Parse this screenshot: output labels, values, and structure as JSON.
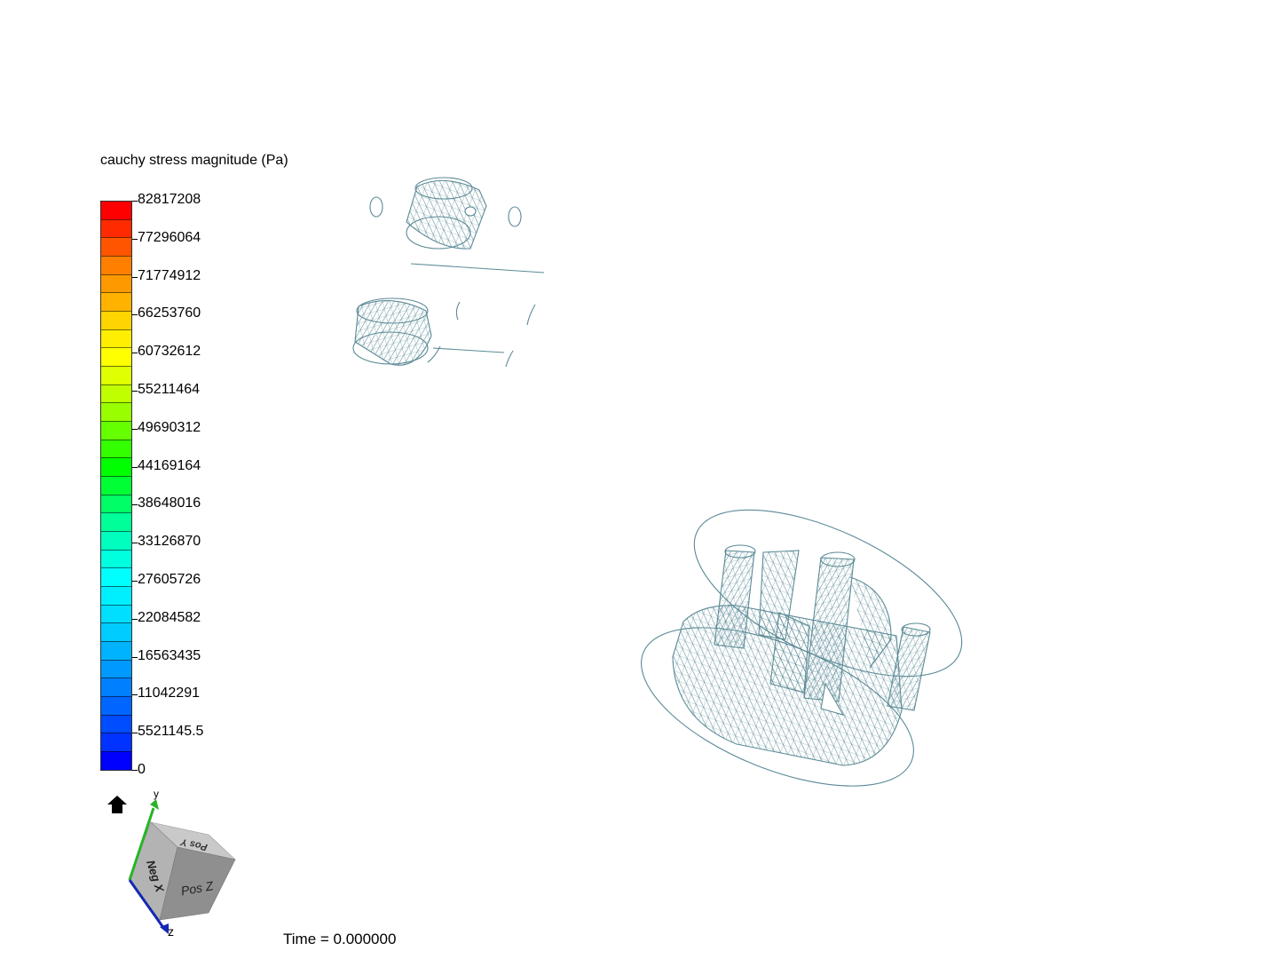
{
  "legend": {
    "title": "cauchy stress magnitude (Pa)",
    "ticks": [
      "82817208",
      "77296064",
      "71774912",
      "66253760",
      "60732612",
      "55211464",
      "49690312",
      "44169164",
      "38648016",
      "33126870",
      "27605726",
      "22084582",
      "16563435",
      "11042291",
      "5521145.5",
      "0"
    ],
    "colors": [
      "#ff0000",
      "#ff2a00",
      "#ff5500",
      "#ff7f00",
      "#ff9900",
      "#ffb300",
      "#ffd400",
      "#ffee00",
      "#ffff00",
      "#e0ff00",
      "#bfff00",
      "#99ff00",
      "#66ff00",
      "#33ff00",
      "#00ff00",
      "#00ff33",
      "#00ff66",
      "#00ff99",
      "#00ffbf",
      "#00ffdf",
      "#00ffff",
      "#00efff",
      "#00dfff",
      "#00ccff",
      "#00b3ff",
      "#0099ff",
      "#0080ff",
      "#0066ff",
      "#004cff",
      "#0033ff",
      "#0000ff"
    ]
  },
  "time": {
    "label": "Time = 0.000000"
  },
  "orientation": {
    "face_front": "Pos Z",
    "face_left": "Neg X",
    "face_top": "Pos Y",
    "axis_y": "y",
    "axis_z": "z"
  },
  "mesh_color": "#5a8a96"
}
